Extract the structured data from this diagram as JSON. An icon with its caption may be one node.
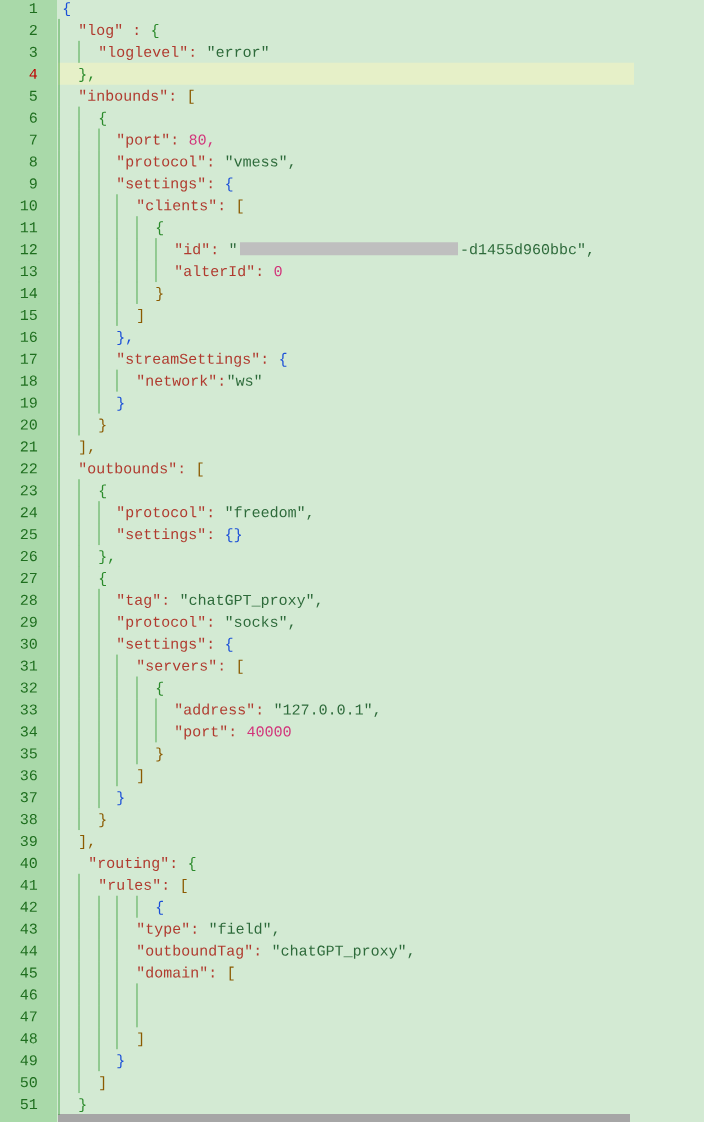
{
  "diagram": {
    "nodes": [
      {
        "text": [],
        "shape": "box"
      }
    ],
    "labels": [
      "1",
      "{",
      "2",
      "\"log\" :",
      "{",
      "3",
      "\"loglevel\":",
      "\"error\"",
      "4",
      "},",
      "5",
      "\"inbounds\":",
      "[",
      "6",
      "{",
      "7",
      "\"port\":",
      "80,",
      "8",
      "\"protocol\":",
      "\"vmess\",",
      "9",
      "\"settings\":",
      "{",
      "10",
      "\"clients\":",
      "[",
      "11",
      "{",
      "12",
      "\"id\":",
      "\"",
      "-d1455d960bbc\",",
      "13",
      "\"alterId\":",
      "0",
      "14",
      "}",
      "15",
      "]",
      "16",
      "},",
      "17",
      "\"streamSettings\":",
      "{",
      "18",
      "\"network\":",
      "\"ws\"",
      "19",
      "}",
      "20",
      "}",
      "21",
      "],",
      "22",
      "\"outbounds\":",
      "[",
      "23",
      "{",
      "24",
      "\"protocol\":",
      "\"freedom\",",
      "25",
      "\"settings\":",
      "{}",
      "26",
      "},",
      "27",
      "{",
      "28",
      "\"tag\":",
      "\"chatGPT_proxy\",",
      "29",
      "\"protocol\":",
      "\"socks\",",
      "30",
      "\"settings\":",
      "{",
      "31",
      "\"servers\":",
      "[",
      "32",
      "{",
      "33",
      "\"address\":",
      "\"127.0.0.1\",",
      "34",
      "\"port\":",
      "40000",
      "35",
      "}",
      "36",
      "]",
      "37",
      "}",
      "38",
      "}",
      "39",
      "],",
      "40",
      "\"routing\":",
      "{",
      "41",
      "\"rules\":",
      "[",
      "42",
      "{",
      "43",
      "\"type\":",
      "\"field\",",
      "44",
      "\"outboundTag\":",
      "\"chatGPT_proxy\",",
      "45",
      "\"domain\":",
      "[",
      "46",
      "47",
      "48",
      "]",
      "49",
      "}",
      "50",
      "]",
      "51",
      "}"
    ]
  }
}
